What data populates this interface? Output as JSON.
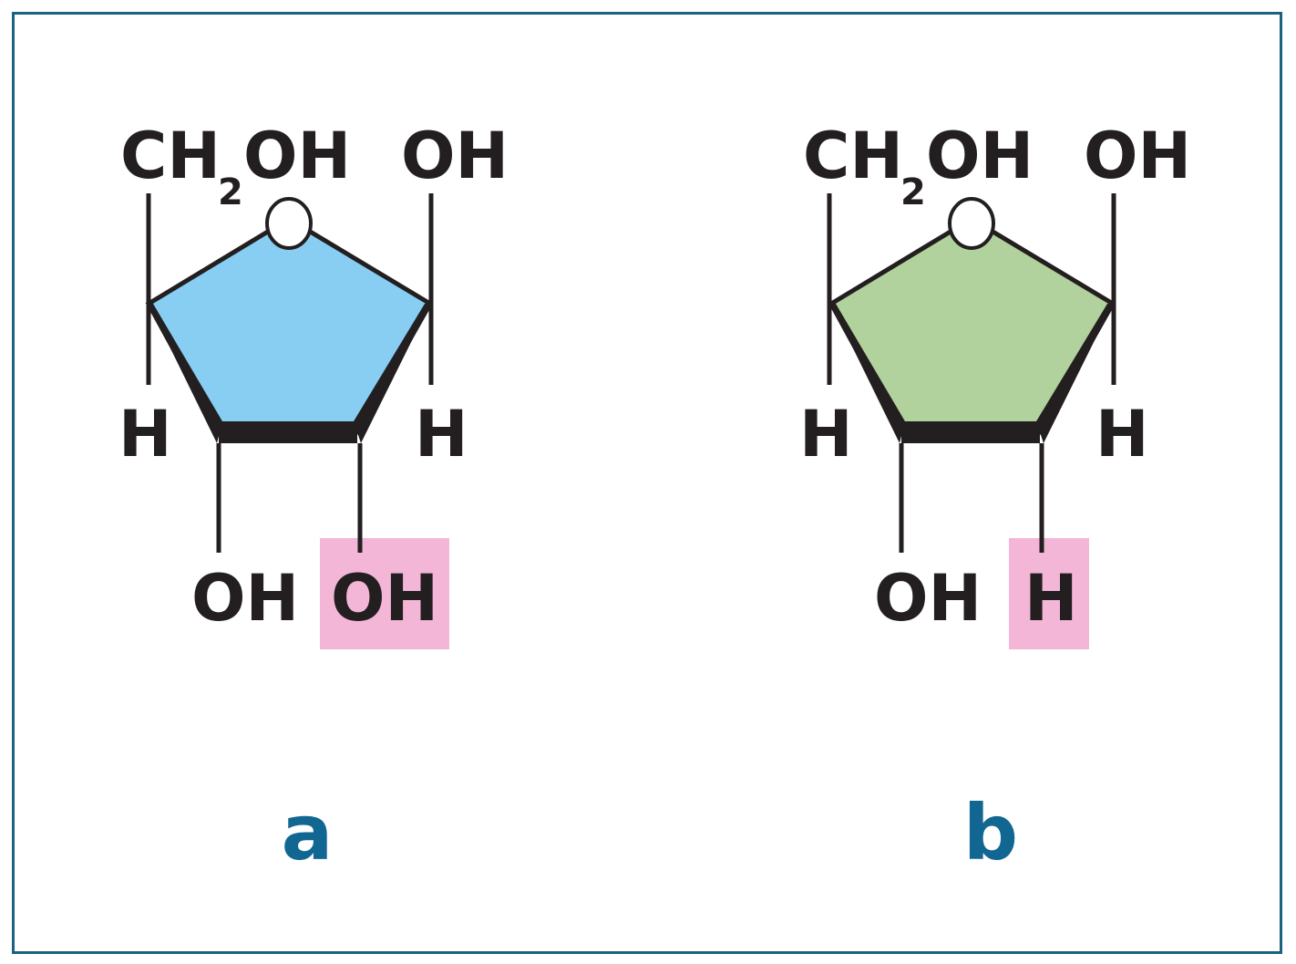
{
  "colors": {
    "frame": "#1a6182",
    "ink": "#231f20",
    "ring_a": "#87cef2",
    "ring_b": "#b1d29c",
    "highlight": "#f3b6d6",
    "label": "#116692"
  },
  "panels": [
    {
      "label": "a",
      "top_left": "CH",
      "top_left_sub": "2",
      "top_left_rest": "OH",
      "top_right": "OH",
      "mid_left": "H",
      "mid_right": "H",
      "bottom_left": "OH",
      "bottom_right": "OH",
      "highlighted": "bottom_right"
    },
    {
      "label": "b",
      "top_left": "CH",
      "top_left_sub": "2",
      "top_left_rest": "OH",
      "top_right": "OH",
      "mid_left": "H",
      "mid_right": "H",
      "bottom_left": "OH",
      "bottom_right": "H",
      "highlighted": "bottom_right"
    }
  ]
}
